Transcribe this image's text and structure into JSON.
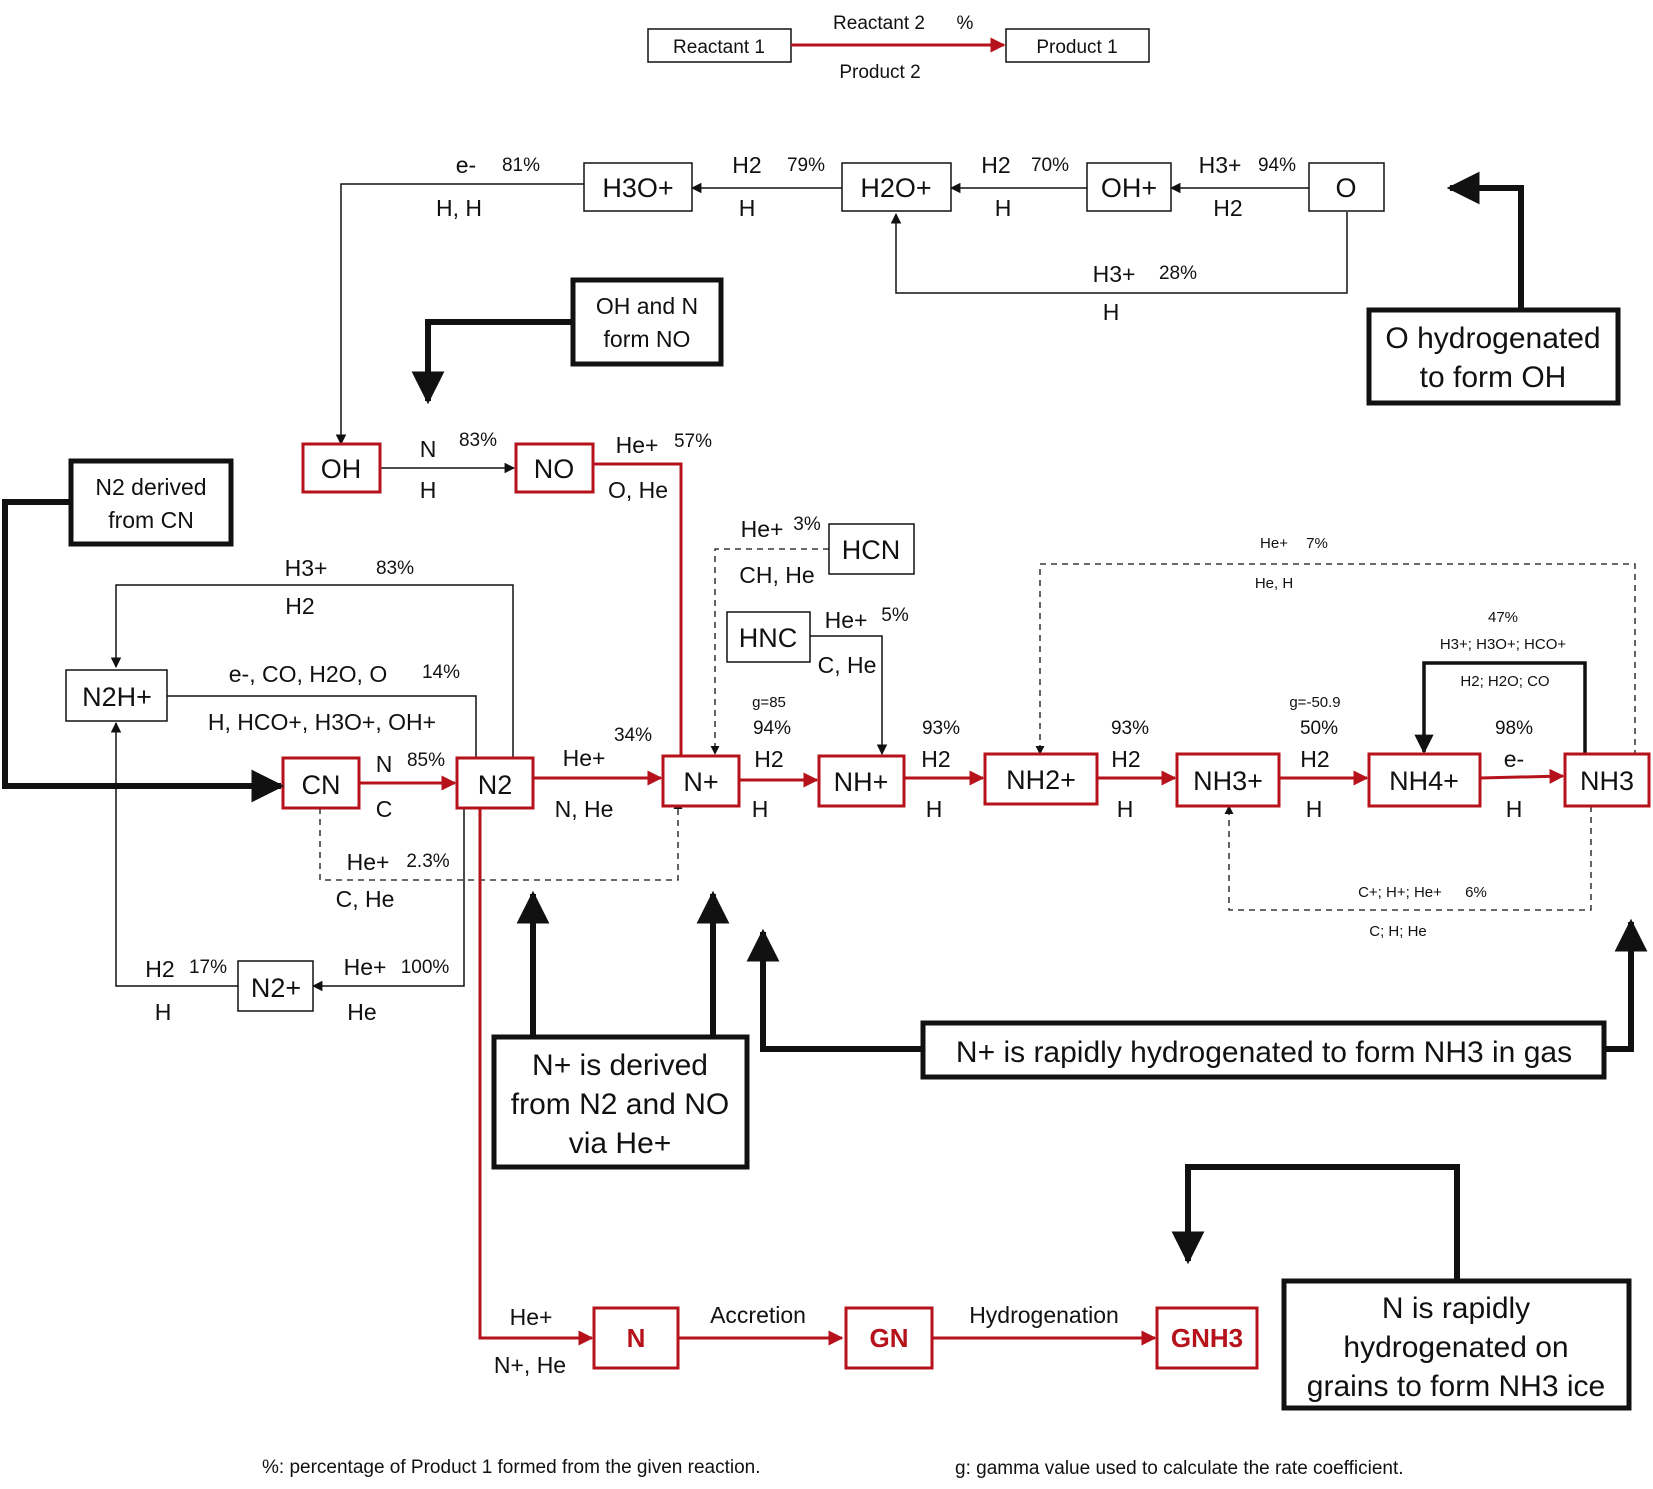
{
  "legend": {
    "reactant1": "Reactant 1",
    "reactant2": "Reactant 2",
    "percent": "%",
    "product1": "Product 1",
    "product2": "Product 2"
  },
  "species": {
    "h3o_plus": "H3O+",
    "h2o_plus": "H2O+",
    "oh_plus": "OH+",
    "o": "O",
    "oh": "OH",
    "no": "NO",
    "hcn": "HCN",
    "hnc": "HNC",
    "n2h_plus": "N2H+",
    "cn": "CN",
    "n2": "N2",
    "n_plus": "N+",
    "nh_plus": "NH+",
    "nh2_plus": "NH2+",
    "nh3_plus": "NH3+",
    "nh4_plus": "NH4+",
    "nh3": "NH3",
    "n2_plus": "N2+",
    "n": "N",
    "gn": "GN",
    "gnh3": "GNH3"
  },
  "reactions": {
    "o_ohp": {
      "reactant": "H3+",
      "pct": "94%",
      "product": "H2"
    },
    "ohp_h2op": {
      "reactant": "H2",
      "pct": "70%",
      "product": "H"
    },
    "h2op_h3op": {
      "reactant": "H2",
      "pct": "79%",
      "product": "H"
    },
    "h3op_oh": {
      "reactant": "e-",
      "pct": "81%",
      "product": "H, H"
    },
    "o_h2op": {
      "reactant": "H3+",
      "pct": "28%",
      "product": "H"
    },
    "oh_no": {
      "reactant": "N",
      "pct": "83%",
      "product": "H"
    },
    "no_np": {
      "reactant": "He+",
      "pct": "57%",
      "product": "O, He"
    },
    "hcn_np": {
      "reactant": "He+",
      "pct": "3%",
      "product": "CH, He"
    },
    "hnc_nhp": {
      "reactant": "He+",
      "pct": "5%",
      "product": "C, He"
    },
    "n2_n2hp": {
      "reactant": "H3+",
      "pct": "83%",
      "product": "H2"
    },
    "n2hp_n2": {
      "reactant": "e-, CO, H2O, O",
      "pct": "14%",
      "product": "H, HCO+, H3O+, OH+"
    },
    "cn_n2": {
      "reactant": "N",
      "pct": "85%",
      "product": "C"
    },
    "n2_np": {
      "reactant": "He+",
      "pct": "34%",
      "product": "N, He"
    },
    "cn_np": {
      "reactant": "He+",
      "pct": "2.3%",
      "product": "C, He"
    },
    "np_nhp": {
      "gamma": "g=85",
      "pct": "94%",
      "reactant": "H2",
      "product": "H"
    },
    "nhp_nh2p": {
      "pct": "93%",
      "reactant": "H2",
      "product": "H"
    },
    "nh2p_nh3p": {
      "pct": "93%",
      "reactant": "H2",
      "product": "H"
    },
    "nh3p_nh4p": {
      "gamma": "g=-50.9",
      "pct": "50%",
      "reactant": "H2",
      "product": "H"
    },
    "nh4p_nh3": {
      "pct": "98%",
      "reactant": "e-",
      "product": "H"
    },
    "nh3_nh4p": {
      "pct": "47%",
      "reactant": "H3+; H3O+; HCO+",
      "product": "H2; H2O; CO"
    },
    "nh3_nh2p": {
      "reactant": "He+",
      "pct": "7%",
      "product": "He, H"
    },
    "nh3_nh3p": {
      "reactant": "C+; H+; He+",
      "pct": "6%",
      "product": "C; H; He"
    },
    "n2_n2p": {
      "reactant": "He+",
      "pct": "100%",
      "product": "He"
    },
    "n2p_n2hp": {
      "reactant": "H2",
      "pct": "17%",
      "product": "H"
    },
    "n2_n": {
      "reactant": "He+",
      "product": "N+, He"
    },
    "n_gn": {
      "label": "Accretion"
    },
    "gn_gnh3": {
      "label": "Hydrogenation"
    }
  },
  "notes": {
    "o_hydrogenated": [
      "O hydrogenated",
      "to form OH"
    ],
    "oh_n_form_no": [
      "OH and N",
      "form NO"
    ],
    "n2_from_cn": [
      "N2 derived",
      "from CN"
    ],
    "nplus_derived": [
      "N+ is derived",
      "from N2 and NO",
      "via He+"
    ],
    "nplus_hydrogenated": "N+ is rapidly hydrogenated to form NH3 in gas",
    "n_grains": [
      "N is rapidly",
      "hydrogenated on",
      "grains to form NH3 ice"
    ]
  },
  "footnotes": {
    "percent": "%: percentage of Product 1 formed from the given reaction.",
    "gamma": "g: gamma value used to calculate the rate coefficient."
  },
  "colors": {
    "main_path": "#b5121b",
    "secondary": "#111111"
  }
}
